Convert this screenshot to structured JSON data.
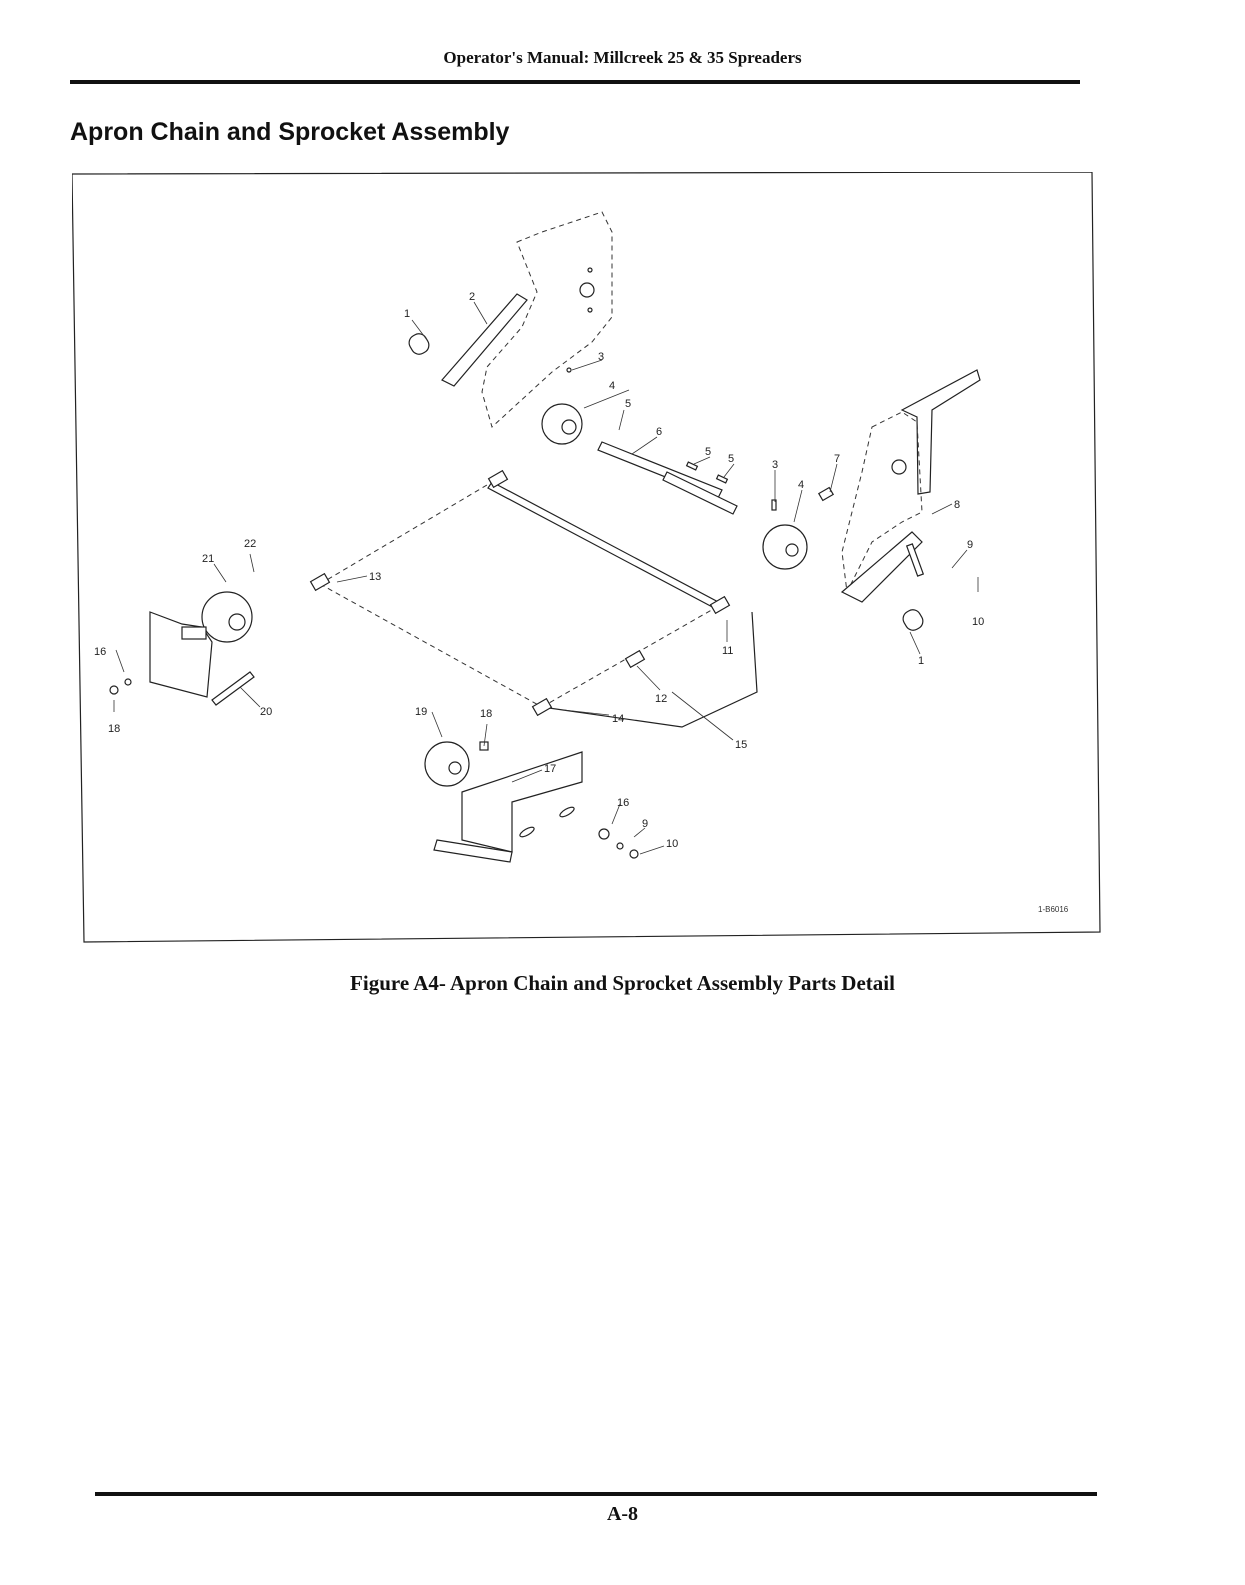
{
  "header": {
    "title": "Operator's Manual:  Millcreek 25 & 35 Spreaders"
  },
  "section": {
    "title": "Apron Chain and Sprocket Assembly"
  },
  "figure": {
    "drawing_id": "1-B6016",
    "callouts": [
      "1",
      "2",
      "3",
      "4",
      "5",
      "6",
      "5",
      "5",
      "3",
      "4",
      "7",
      "8",
      "9",
      "10",
      "1",
      "11",
      "12",
      "13",
      "14",
      "15",
      "16",
      "17",
      "18",
      "19",
      "20",
      "21",
      "22",
      "16",
      "18",
      "9",
      "10"
    ],
    "caption": "Figure A4- Apron Chain and Sprocket Assembly Parts Detail"
  },
  "footer": {
    "page_number": "A-8"
  }
}
